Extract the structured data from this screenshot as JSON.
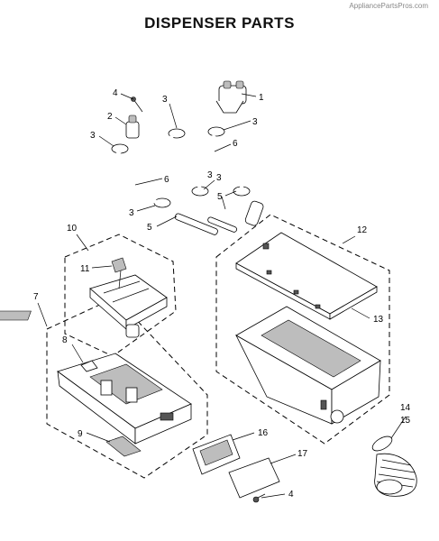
{
  "watermark": "AppliancePartsPros.com",
  "title": "DISPENSER PARTS",
  "callouts": {
    "c1": "1",
    "c2": "2",
    "c3a": "3",
    "c3b": "3",
    "c3c": "3",
    "c3d": "3",
    "c3e": "3",
    "c3f": "3",
    "c4a": "4",
    "c4b": "4",
    "c5a": "5",
    "c5b": "5",
    "c6a": "6",
    "c6b": "6",
    "c7": "7",
    "c8": "8",
    "c9": "9",
    "c10": "10",
    "c11": "11",
    "c12": "12",
    "c13": "13",
    "c14": "14",
    "c15": "15",
    "c16": "16",
    "c17": "17"
  }
}
